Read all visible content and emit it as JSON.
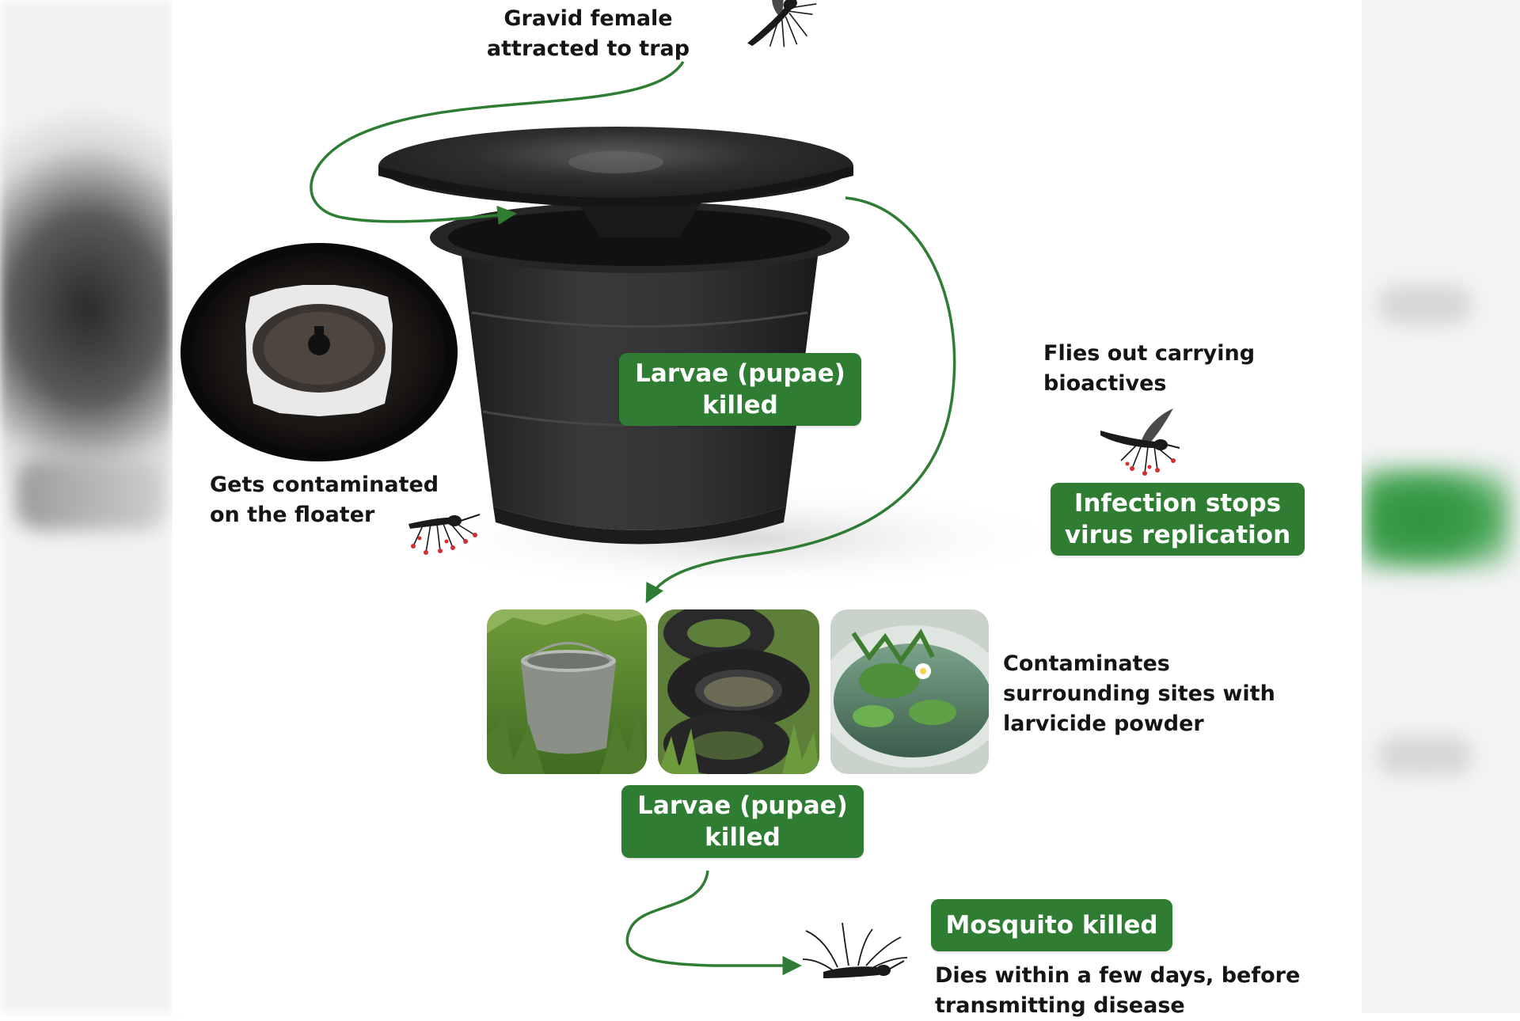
{
  "labels": {
    "gravid": "Gravid female\nattracted to trap",
    "floater": "Gets contaminated\non the floater",
    "flies_out": "Flies out carrying\nbioactives",
    "contaminates": "Contaminates\nsurrounding sites with\nlarvicide powder",
    "dies": "Dies within a few days, before\ntransmitting disease"
  },
  "badges": {
    "larvae_trap": "Larvae (pupae)\nkilled",
    "infection": "Infection stops\nvirus replication",
    "larvae_sites": "Larvae (pupae)\nkilled",
    "mosquito_killed": "Mosquito killed"
  },
  "colors": {
    "badge_green": "#2e7d32",
    "arrow_green": "#2e7d32",
    "trap_black": "#2a2a2a"
  }
}
